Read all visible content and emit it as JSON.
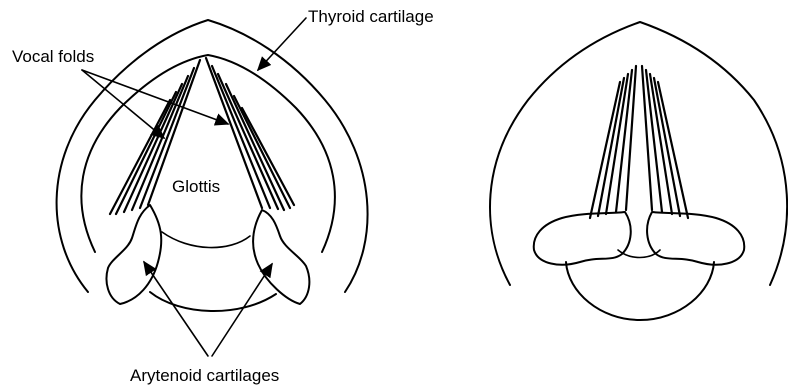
{
  "labels": {
    "thyroid": "Thyroid cartilage",
    "vocal_folds": "Vocal folds",
    "glottis": "Glottis",
    "arytenoid": "Arytenoid cartilages"
  },
  "colors": {
    "ink": "#000000",
    "background": "#ffffff"
  }
}
